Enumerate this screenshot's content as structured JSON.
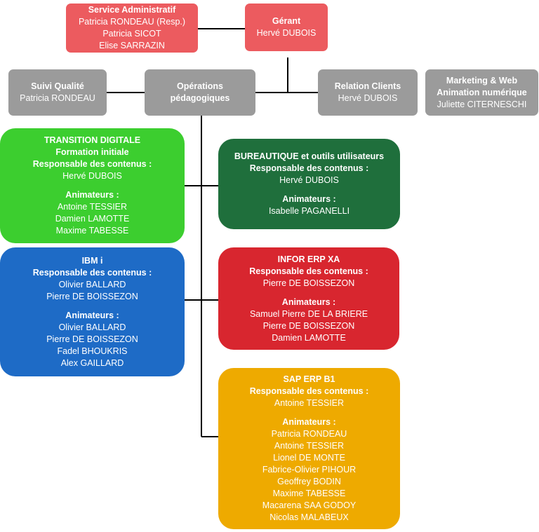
{
  "admin": {
    "title": "Service Administratif",
    "members": [
      "Patricia RONDEAU (Resp.)",
      "Patricia SICOT",
      "Elise SARRAZIN"
    ]
  },
  "gerant": {
    "title": "Gérant",
    "members": [
      "Hervé DUBOIS"
    ]
  },
  "qualite": {
    "title": "Suivi Qualité",
    "members": [
      "Patricia RONDEAU"
    ]
  },
  "operations": {
    "title_line1": "Opérations",
    "title_line2": "pédagogiques"
  },
  "relation": {
    "title": "Relation Clients",
    "members": [
      "Hervé DUBOIS"
    ]
  },
  "marketing": {
    "title_line1": "Marketing & Web",
    "title_line2": "Animation numérique",
    "members": [
      "Juliette CITERNESCHI"
    ]
  },
  "transition": {
    "title": "TRANSITION DIGITALE",
    "subtitle": "Formation initiale",
    "resp_label": "Responsable des contenus :",
    "resp": [
      "Hervé DUBOIS"
    ],
    "anim_label": "Animateurs :",
    "anim": [
      "Antoine TESSIER",
      "Damien LAMOTTE",
      "Maxime TABESSE"
    ]
  },
  "bureautique": {
    "title": "BUREAUTIQUE et outils utilisateurs",
    "resp_label": "Responsable des contenus :",
    "resp": [
      "Hervé DUBOIS"
    ],
    "anim_label": "Animateurs :",
    "anim": [
      "Isabelle PAGANELLI"
    ]
  },
  "ibmi": {
    "title": "IBM i",
    "resp_label": "Responsable des contenus :",
    "resp": [
      "Olivier BALLARD",
      "Pierre DE BOISSEZON"
    ],
    "anim_label": "Animateurs :",
    "anim": [
      "Olivier BALLARD",
      "Pierre DE BOISSEZON",
      "Fadel BHOUKRIS",
      "Alex GAILLARD"
    ]
  },
  "infor": {
    "title": "INFOR ERP XA",
    "resp_label": "Responsable des contenus :",
    "resp": [
      "Pierre DE BOISSEZON"
    ],
    "anim_label": "Animateurs :",
    "anim": [
      "Samuel Pierre DE LA BRIERE",
      "Pierre DE BOISSEZON",
      "Damien LAMOTTE"
    ]
  },
  "sap": {
    "title": "SAP ERP B1",
    "resp_label": "Responsable des contenus :",
    "resp": [
      "Antoine TESSIER"
    ],
    "anim_label": "Animateurs :",
    "anim": [
      "Patricia RONDEAU",
      "Antoine TESSIER",
      "Lionel DE MONTE",
      "Fabrice-Olivier PIHOUR",
      "Geoffrey BODIN",
      "Maxime TABESSE",
      "Macarena SAA GODOY",
      "Nicolas MALABEUX"
    ]
  },
  "colors": {
    "admin": "#ec5b5f",
    "gerant": "#ec5b5f",
    "grey": "#9b9b9b",
    "transition": "#3cce2f",
    "bureautique": "#1f6f3c",
    "ibmi": "#1e6bc6",
    "infor": "#d8262f",
    "sap": "#eeaa00",
    "connector": "#000000"
  }
}
